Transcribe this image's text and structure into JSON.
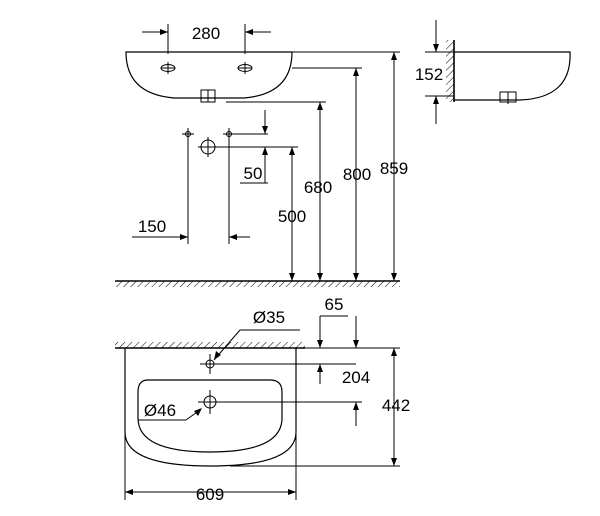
{
  "dimensions": {
    "d280": "280",
    "d152": "152",
    "d50": "50",
    "d680": "680",
    "d800": "800",
    "d859": "859",
    "d150": "150",
    "d500": "500",
    "d35": "Ø35",
    "d65": "65",
    "d204": "204",
    "d442": "442",
    "d46": "Ø46",
    "d609": "609"
  }
}
